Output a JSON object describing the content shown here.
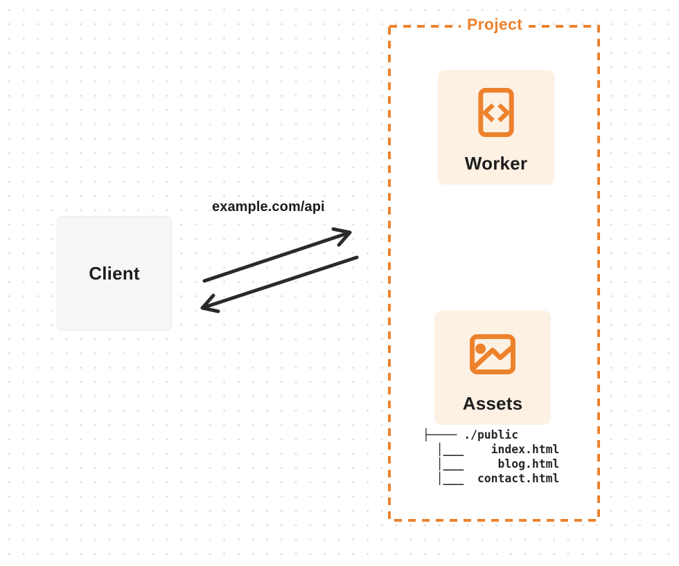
{
  "project": {
    "label": "Project"
  },
  "nodes": {
    "client": {
      "label": "Client"
    },
    "worker": {
      "label": "Worker",
      "icon": "code-file-icon"
    },
    "assets": {
      "label": "Assets",
      "icon": "image-icon"
    }
  },
  "connection": {
    "label": "example.com/api"
  },
  "file_tree": {
    "lines": [
      "├──── ./public",
      "  │___    index.html",
      "  │___     blog.html",
      "  │___  contact.html"
    ]
  },
  "colors": {
    "accent_orange": "#ED822D",
    "box_cream": "#FDF1E4",
    "box_gray": "#F6F6F6",
    "arrow_dark": "#2A2A2A",
    "text_dark": "#1E1E1E",
    "dot_gray": "#E3E3E3"
  }
}
